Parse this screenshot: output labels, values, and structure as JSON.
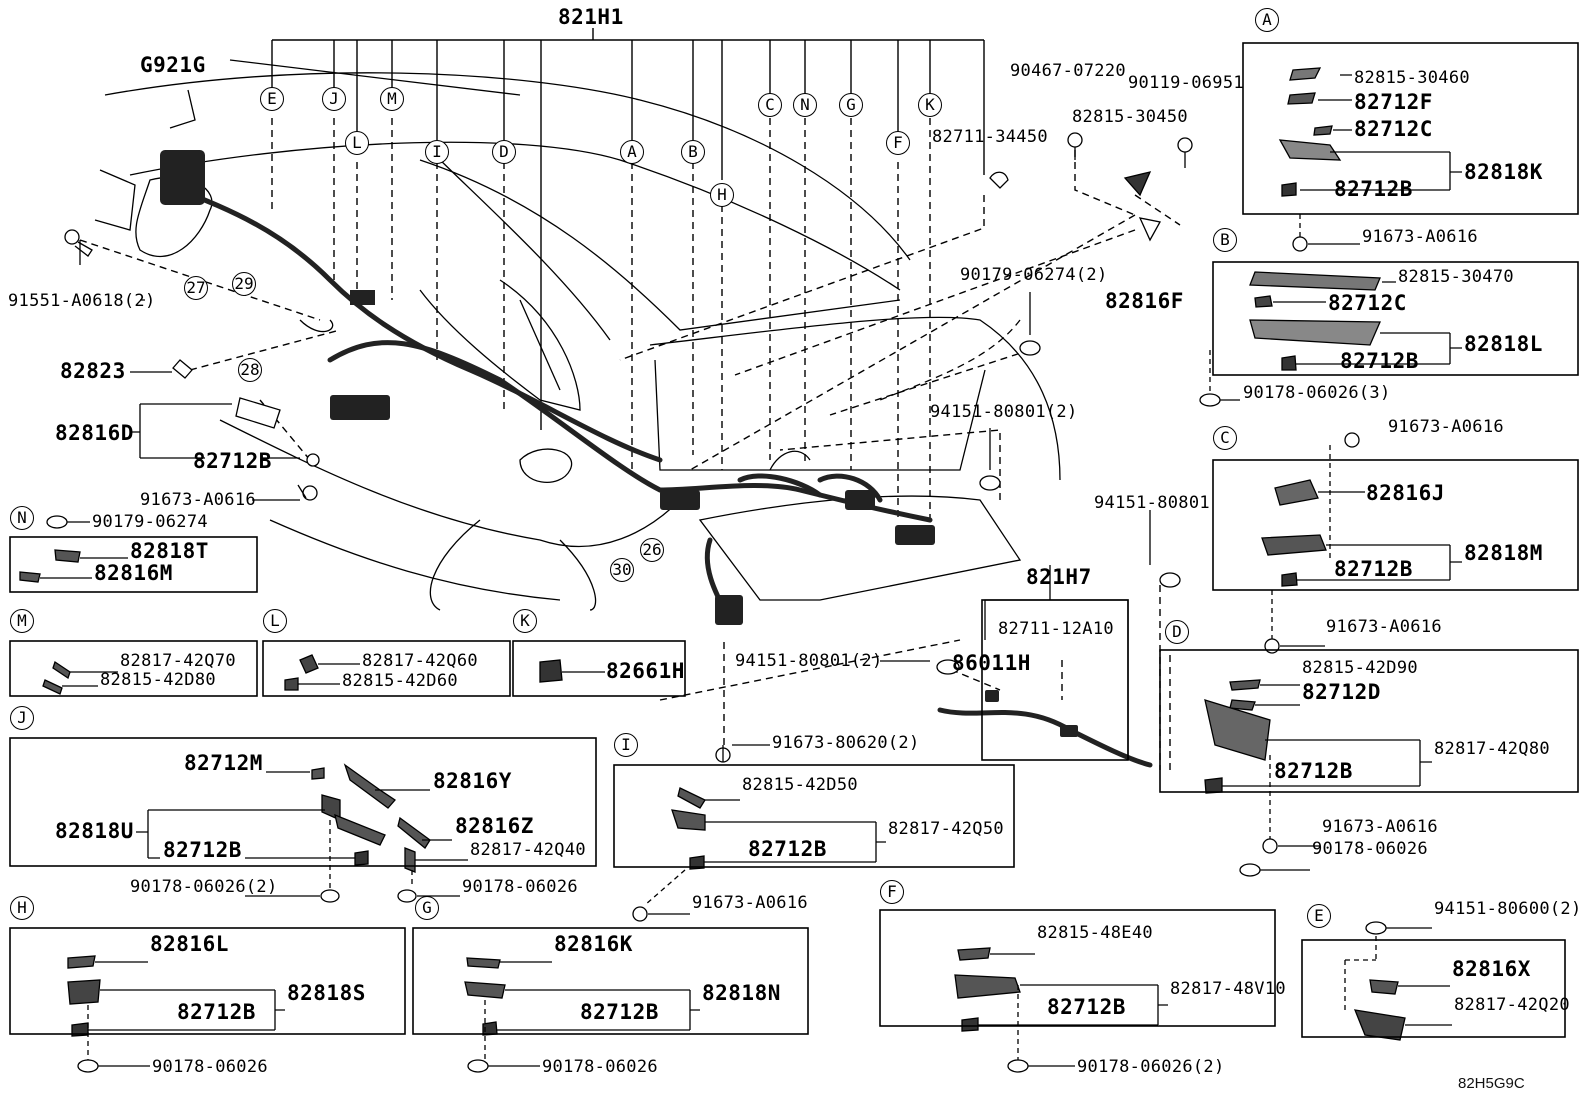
{
  "diagram_code": "82H5G9C",
  "callouts": {
    "A": "A",
    "B": "B",
    "C": "C",
    "D": "D",
    "E": "E",
    "F": "F",
    "G": "G",
    "H": "H",
    "I": "I",
    "J": "J",
    "K": "K",
    "L": "L",
    "M": "M",
    "N": "N",
    "n26": "26",
    "n27": "27",
    "n28": "28",
    "n29": "29",
    "n30": "30"
  },
  "main": {
    "harness_821H1": "821H1",
    "harness_821H7": "821H7",
    "G921G": "G921G",
    "p91551": "91551-A0618(2)",
    "p82823": "82823",
    "p82816D": "82816D",
    "p82712B": "82712B",
    "p91673_a": "91673-A0616",
    "p82711_34450": "82711-34450",
    "p90467": "90467-07220",
    "p82815_30450": "82815-30450",
    "p90119": "90119-06951",
    "p82816F": "82816F",
    "p90179_2": "90179-06274(2)",
    "p94151_2": "94151-80801(2)",
    "p94151": "94151-80801",
    "p94151_2b": "94151-80801(2)",
    "p86011H": "86011H",
    "p82711_12A10": "82711-12A10",
    "p91673_80620": "91673-80620(2)"
  },
  "boxA": {
    "p1": "82815-30460",
    "p2": "82712F",
    "p3": "82712C",
    "p4": "82818K",
    "p5": "82712B",
    "p6": "91673-A0616"
  },
  "boxB": {
    "p1": "82815-30470",
    "p2": "82712C",
    "p3": "82818L",
    "p4": "82712B",
    "p5": "90178-06026(3)"
  },
  "boxC": {
    "p0": "91673-A0616",
    "p1": "82816J",
    "p2": "82818M",
    "p3": "82712B",
    "p4": "91673-A0616"
  },
  "boxD": {
    "p1": "82815-42D90",
    "p2": "82712D",
    "p3": "82817-42Q80",
    "p4": "82712B",
    "p5": "91673-A0616",
    "p6": "90178-06026"
  },
  "boxE": {
    "p0": "94151-80600(2)",
    "p1": "82816X",
    "p2": "82817-42Q20"
  },
  "boxF": {
    "p1": "82815-48E40",
    "p2": "82817-48V10",
    "p3": "82712B",
    "p4": "90178-06026(2)"
  },
  "boxG": {
    "p1": "82816K",
    "p2": "82818N",
    "p3": "82712B",
    "p4": "90178-06026"
  },
  "boxH": {
    "p1": "82816L",
    "p2": "82818S",
    "p3": "82712B",
    "p4": "90178-06026"
  },
  "boxI": {
    "p1": "82815-42D50",
    "p2": "82817-42Q50",
    "p3": "82712B",
    "p4": "91673-A0616"
  },
  "boxJ": {
    "p1": "82712M",
    "p2": "82816Y",
    "p3": "82818U",
    "p4": "82816Z",
    "p5": "82712B",
    "p6": "82817-42Q40",
    "p7": "90178-06026(2)",
    "p8": "90178-06026"
  },
  "boxK": {
    "p1": "82661H"
  },
  "boxL": {
    "p1": "82817-42Q60",
    "p2": "82815-42D60"
  },
  "boxM": {
    "p1": "82817-42Q70",
    "p2": "82815-42D80"
  },
  "boxN": {
    "p0": "90179-06274",
    "p1": "82818T",
    "p2": "82816M"
  }
}
